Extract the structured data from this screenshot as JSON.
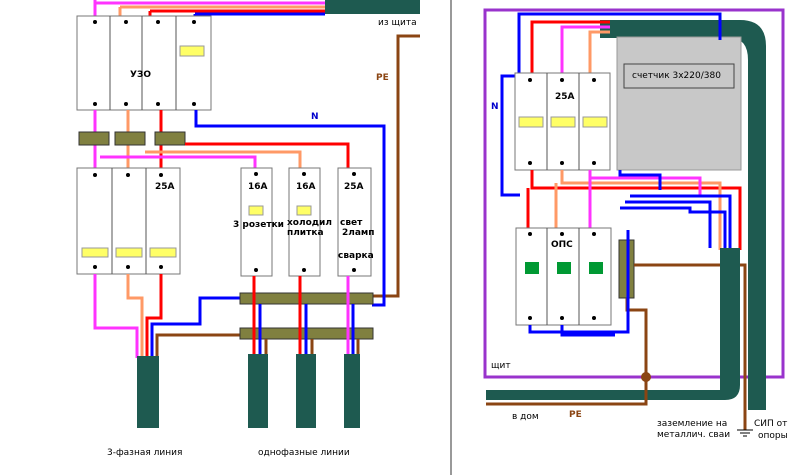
{
  "left_panel": {
    "from_panel_label": "из щита",
    "pe_label": "PE",
    "n_label": "N",
    "rcd_label": "УЗО",
    "main_breaker_rating": "25А",
    "breakers": [
      {
        "rating": "16А",
        "purpose_line1": "3 розетки",
        "purpose_line2": ""
      },
      {
        "rating": "16А",
        "purpose_line1": "холодил",
        "purpose_line2": "плитка"
      },
      {
        "rating": "25А",
        "purpose_line1": "свет",
        "purpose_line2": "2ламп",
        "purpose_line3": "сварка"
      }
    ],
    "three_phase_line": "3-фазная линия",
    "single_phase_lines": "однофазные линии"
  },
  "right_panel": {
    "n_label": "N",
    "main_breaker_rating": "25А",
    "meter_label": "счетчик 3х220/380",
    "surge_label": "ОПС",
    "cabinet_label": "щит",
    "to_house_label": "в дом",
    "pe_label": "PE",
    "grounding_line1": "заземление на",
    "grounding_line2": "металлич. сваи",
    "sip_line1": "СИП от",
    "sip_line2": "опоры"
  }
}
